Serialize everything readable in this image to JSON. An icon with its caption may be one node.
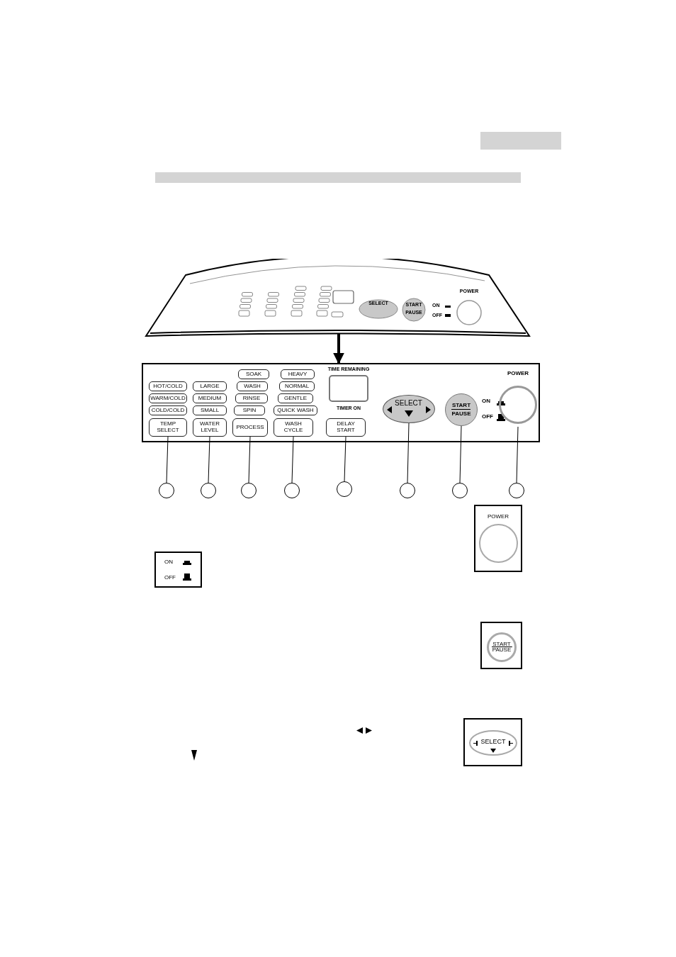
{
  "diagram": {
    "nodes": [
      {
        "text": [],
        "shape": "box"
      },
      {
        "text": [],
        "shape": "box"
      },
      {
        "text": [
          "HOT/COLD"
        ],
        "in": 1
      },
      {
        "text": [
          "WARM/COLD"
        ],
        "in": 1
      },
      {
        "text": [
          "COLD/COLD"
        ],
        "in": 1
      },
      {
        "text": [
          "TEMP SELECT"
        ],
        "in": 1
      },
      {
        "text": [
          "LARGE"
        ],
        "in": 1
      },
      {
        "text": [
          "MEDIUM"
        ],
        "in": 1
      },
      {
        "text": [
          "SMALL"
        ],
        "in": 1
      },
      {
        "text": [
          "WATER LEVEL"
        ],
        "in": 1
      },
      {
        "text": [
          "SOAK"
        ],
        "in": 1
      },
      {
        "text": [
          "WASH"
        ],
        "in": 1
      },
      {
        "text": [
          "RINSE"
        ],
        "in": 1
      },
      {
        "text": [
          "SPIN"
        ],
        "in": 1
      },
      {
        "text": [
          "PROCESS"
        ],
        "in": 1
      },
      {
        "text": [
          "HEAVY"
        ],
        "in": 1
      },
      {
        "text": [
          "NORMAL"
        ],
        "in": 1
      },
      {
        "text": [
          "GENTLE"
        ],
        "in": 1
      },
      {
        "text": [
          "QUICK WASH"
        ],
        "in": 1
      },
      {
        "text": [
          "WASH CYCLE"
        ],
        "in": 1
      },
      {
        "text": [
          "TIME REMAINING",
          "TIMER ON"
        ],
        "in": 1
      },
      {
        "text": [
          "DELAY START"
        ],
        "in": 1
      },
      {
        "text": [
          "SELECT"
        ],
        "in": 1
      },
      {
        "text": [
          "START PAUSE"
        ],
        "in": 1
      },
      {
        "text": [
          "POWER"
        ],
        "in": 1
      },
      {
        "text": [],
        "shape": "circle"
      },
      {
        "text": [],
        "shape": "circle"
      },
      {
        "text": [],
        "shape": "circle"
      },
      {
        "text": [],
        "shape": "circle"
      },
      {
        "text": [],
        "shape": "circle"
      },
      {
        "text": [],
        "shape": "circle"
      },
      {
        "text": [],
        "shape": "circle"
      },
      {
        "text": [],
        "shape": "circle"
      },
      {
        "text": [
          "POWER"
        ]
      },
      {
        "text": [
          "ON",
          "OFF"
        ]
      },
      {
        "text": [
          "START PAUSE"
        ]
      },
      {
        "text": [
          "SELECT"
        ]
      }
    ],
    "edges": [
      {
        "from": 0,
        "to": 1,
        "arrow": "to",
        "style": "thick"
      },
      {
        "from": 5,
        "to": 25,
        "arrow": "none"
      },
      {
        "from": 9,
        "to": 26,
        "arrow": "none"
      },
      {
        "from": 14,
        "to": 27,
        "arrow": "none"
      },
      {
        "from": 19,
        "to": 28,
        "arrow": "none"
      },
      {
        "from": 21,
        "to": 29,
        "arrow": "none"
      },
      {
        "from": 22,
        "to": 30,
        "arrow": "none"
      },
      {
        "from": 23,
        "to": 31,
        "arrow": "none"
      },
      {
        "from": 24,
        "to": 32,
        "arrow": "none"
      }
    ],
    "labels": [
      "POWER",
      "SELECT",
      "START",
      "ON",
      "PAUSE",
      "OFF",
      "ON",
      "OFF"
    ]
  }
}
